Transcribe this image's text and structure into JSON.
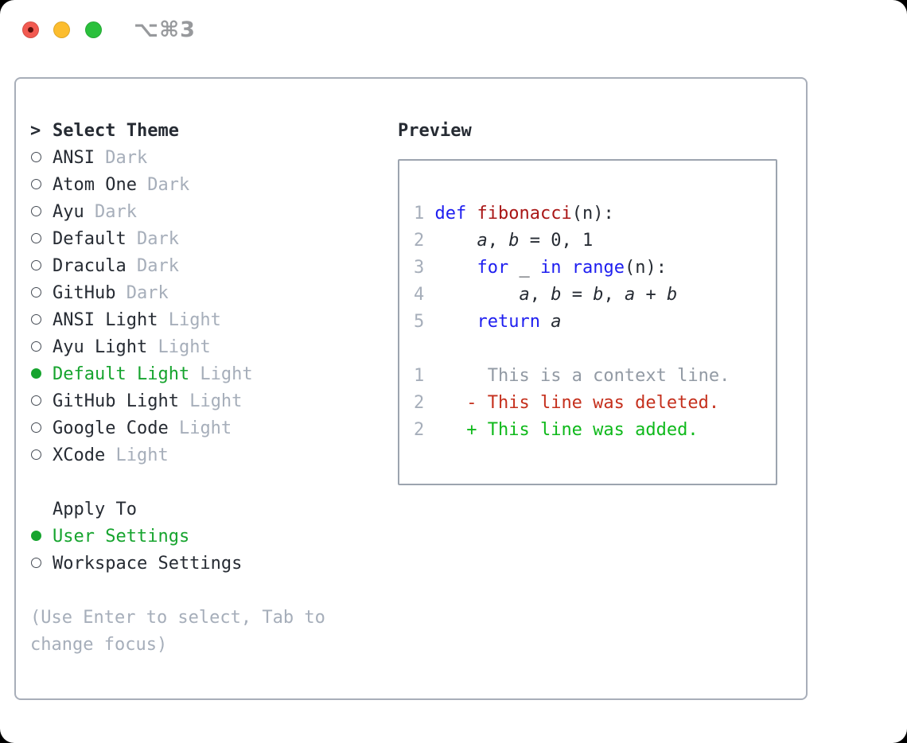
{
  "titlebar": {
    "shortcut": "⌥⌘3",
    "traffic_lights": [
      "close",
      "minimize",
      "zoom"
    ]
  },
  "theme_panel": {
    "prompt": ">",
    "title": "Select Theme",
    "themes": [
      {
        "name": "ANSI",
        "variant": "Dark",
        "selected": false
      },
      {
        "name": "Atom One",
        "variant": "Dark",
        "selected": false
      },
      {
        "name": "Ayu",
        "variant": "Dark",
        "selected": false
      },
      {
        "name": "Default",
        "variant": "Dark",
        "selected": false
      },
      {
        "name": "Dracula",
        "variant": "Dark",
        "selected": false
      },
      {
        "name": "GitHub",
        "variant": "Dark",
        "selected": false
      },
      {
        "name": "ANSI Light",
        "variant": "Light",
        "selected": false
      },
      {
        "name": "Ayu Light",
        "variant": "Light",
        "selected": false
      },
      {
        "name": "Default Light",
        "variant": "Light",
        "selected": true
      },
      {
        "name": "GitHub Light",
        "variant": "Light",
        "selected": false
      },
      {
        "name": "Google Code",
        "variant": "Light",
        "selected": false
      },
      {
        "name": "XCode",
        "variant": "Light",
        "selected": false
      }
    ],
    "apply_to": {
      "title": "Apply To",
      "options": [
        {
          "label": "User Settings",
          "selected": true
        },
        {
          "label": "Workspace Settings",
          "selected": false
        }
      ]
    },
    "help": "(Use Enter to select, Tab to change focus)"
  },
  "preview": {
    "title": "Preview",
    "code_lines": [
      {
        "num": "1",
        "tokens": [
          {
            "t": "def",
            "c": "kw"
          },
          {
            "t": " "
          },
          {
            "t": "fibonacci",
            "c": "fn"
          },
          {
            "t": "(n):"
          }
        ]
      },
      {
        "num": "2",
        "tokens": [
          {
            "t": "    "
          },
          {
            "t": "a",
            "c": "var"
          },
          {
            "t": ", "
          },
          {
            "t": "b",
            "c": "var"
          },
          {
            "t": " = 0, 1"
          }
        ]
      },
      {
        "num": "3",
        "tokens": [
          {
            "t": "    "
          },
          {
            "t": "for",
            "c": "kw"
          },
          {
            "t": " _ "
          },
          {
            "t": "in",
            "c": "kw"
          },
          {
            "t": " "
          },
          {
            "t": "range",
            "c": "kw"
          },
          {
            "t": "(n):"
          }
        ]
      },
      {
        "num": "4",
        "tokens": [
          {
            "t": "        "
          },
          {
            "t": "a",
            "c": "var"
          },
          {
            "t": ", "
          },
          {
            "t": "b",
            "c": "var"
          },
          {
            "t": " = "
          },
          {
            "t": "b",
            "c": "var"
          },
          {
            "t": ", "
          },
          {
            "t": "a",
            "c": "var"
          },
          {
            "t": " + "
          },
          {
            "t": "b",
            "c": "var"
          }
        ]
      },
      {
        "num": "5",
        "tokens": [
          {
            "t": "    "
          },
          {
            "t": "return",
            "c": "kw"
          },
          {
            "t": " "
          },
          {
            "t": "a",
            "c": "var"
          }
        ]
      }
    ],
    "diff_lines": [
      {
        "num": "1",
        "marker": " ",
        "text": "This is a context line.",
        "type": "context"
      },
      {
        "num": "2",
        "marker": "-",
        "text": "This line was deleted.",
        "type": "deleted"
      },
      {
        "num": "2",
        "marker": "+",
        "text": "This line was added.",
        "type": "added"
      }
    ]
  },
  "colors": {
    "accent_green": "#16a42e",
    "keyword_blue": "#1e1ef0",
    "function_red": "#a91616",
    "diff_deleted_red": "#c5301d",
    "diff_added_green": "#0fb91b",
    "muted_gray": "#a6aeba",
    "context_gray": "#929aa4",
    "text_dark": "#262b33",
    "border_gray": "#a8aeb9",
    "traffic_red": "#f25a51",
    "traffic_yellow": "#fcbd2e",
    "traffic_green": "#2ac03c"
  }
}
